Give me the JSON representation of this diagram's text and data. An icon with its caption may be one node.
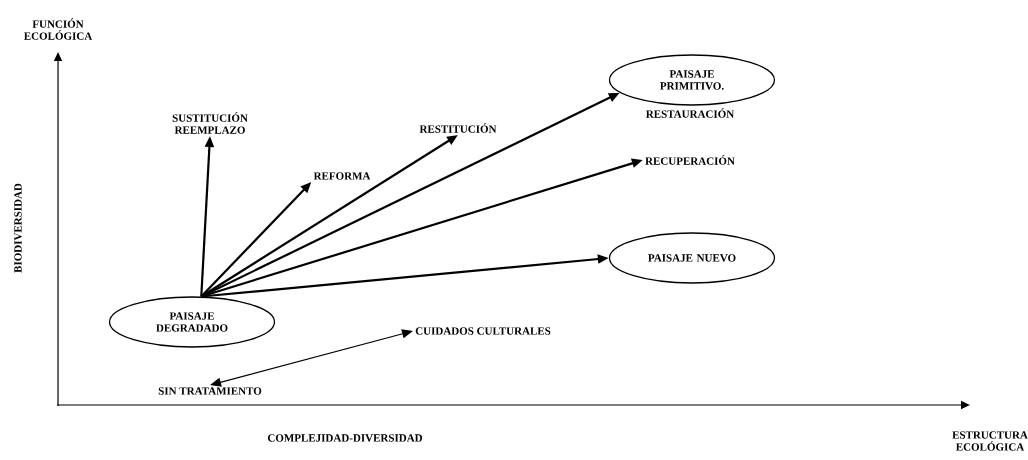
{
  "diagram": {
    "nodes": [
      {
        "text": [
          "PAISAJE DEGRADADO"
        ]
      },
      {
        "text": [
          "PAISAJE PRIMITIVO."
        ]
      },
      {
        "text": [
          "PAISAJE NUEVO"
        ]
      },
      {
        "text": [
          "SUSTITUCIÓN REEMPLAZO"
        ]
      },
      {
        "text": [
          "REFORMA"
        ]
      },
      {
        "text": [
          "RESTITUCIÓN"
        ]
      },
      {
        "text": [
          "RECUPERACIÓN"
        ]
      },
      {
        "text": [
          "CUIDADOS CULTURALES"
        ]
      },
      {
        "text": [
          "SIN TRATAMIENTO"
        ]
      }
    ],
    "edges": [
      {
        "from": 0,
        "to": 3,
        "arrow": "to"
      },
      {
        "from": 0,
        "to": 4,
        "arrow": "to"
      },
      {
        "from": 0,
        "to": 5,
        "arrow": "to"
      },
      {
        "from": 0,
        "to": 1,
        "arrow": "to",
        "label": "RESTAURACIÓN"
      },
      {
        "from": 0,
        "to": 6,
        "arrow": "to"
      },
      {
        "from": 0,
        "to": 2,
        "arrow": "to"
      },
      {
        "from": 8,
        "to": 7,
        "arrow": "both"
      }
    ],
    "labels": [
      "FUNCIÓN ECOLÓGICA",
      "BIODIVERSIDAD",
      "COMPLEJIDAD-DIVERSIDAD",
      "ESTRUCTURA ECOLÓGICA"
    ]
  }
}
